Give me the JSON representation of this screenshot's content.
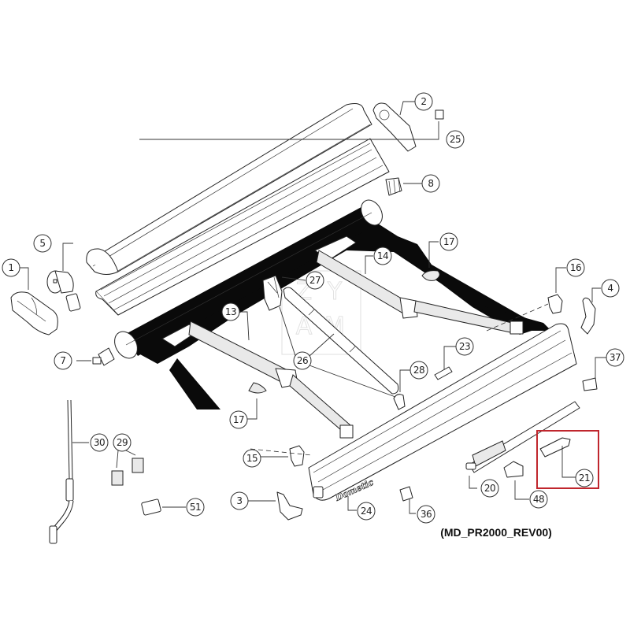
{
  "diagram": {
    "title": "Awning exploded parts view",
    "revision_code": "(MD_PR2000_REV00)",
    "brand_label": "Dometic",
    "watermark_letters": [
      "Z",
      "Y",
      "A",
      "M"
    ],
    "highlight": {
      "part": "21",
      "color": "#c0262d"
    },
    "callouts": [
      {
        "id": "c1",
        "label": "1",
        "part": "end-cap-left"
      },
      {
        "id": "c2",
        "label": "2",
        "part": "end-cap-right"
      },
      {
        "id": "c3",
        "label": "3",
        "part": "front-bar-end-cap-left"
      },
      {
        "id": "c4",
        "label": "4",
        "part": "front-bar-end-cap-right"
      },
      {
        "id": "c5",
        "label": "5",
        "part": "gearbox"
      },
      {
        "id": "c7",
        "label": "7",
        "part": "roller-plug-left"
      },
      {
        "id": "c8",
        "label": "8",
        "part": "roller-plug-right"
      },
      {
        "id": "c13",
        "label": "13",
        "part": "arm-left"
      },
      {
        "id": "c14",
        "label": "14",
        "part": "arm-right"
      },
      {
        "id": "c15",
        "label": "15",
        "part": "arm-cover-left"
      },
      {
        "id": "c16",
        "label": "16",
        "part": "arm-cover-right"
      },
      {
        "id": "c17a",
        "label": "17",
        "part": "elbow-cap-right"
      },
      {
        "id": "c17b",
        "label": "17",
        "part": "elbow-cap-left"
      },
      {
        "id": "c20",
        "label": "20",
        "part": "support-leg"
      },
      {
        "id": "c21",
        "label": "21",
        "part": "leg-slider"
      },
      {
        "id": "c23",
        "label": "23",
        "part": "front-bar-slider"
      },
      {
        "id": "c24",
        "label": "24",
        "part": "brand-badge"
      },
      {
        "id": "c25",
        "label": "25",
        "part": "label-sticker"
      },
      {
        "id": "c26",
        "label": "26",
        "part": "tension-rafter"
      },
      {
        "id": "c27",
        "label": "27",
        "part": "rafter-bracket"
      },
      {
        "id": "c28",
        "label": "28",
        "part": "rafter-end"
      },
      {
        "id": "c29",
        "label": "29",
        "part": "crank-holder-clips"
      },
      {
        "id": "c30",
        "label": "30",
        "part": "crank-handle"
      },
      {
        "id": "c36",
        "label": "36",
        "part": "strap-clip"
      },
      {
        "id": "c37",
        "label": "37",
        "part": "leg-clip"
      },
      {
        "id": "c48",
        "label": "48",
        "part": "floor-bracket"
      },
      {
        "id": "c51",
        "label": "51",
        "part": "lock-block"
      }
    ]
  }
}
